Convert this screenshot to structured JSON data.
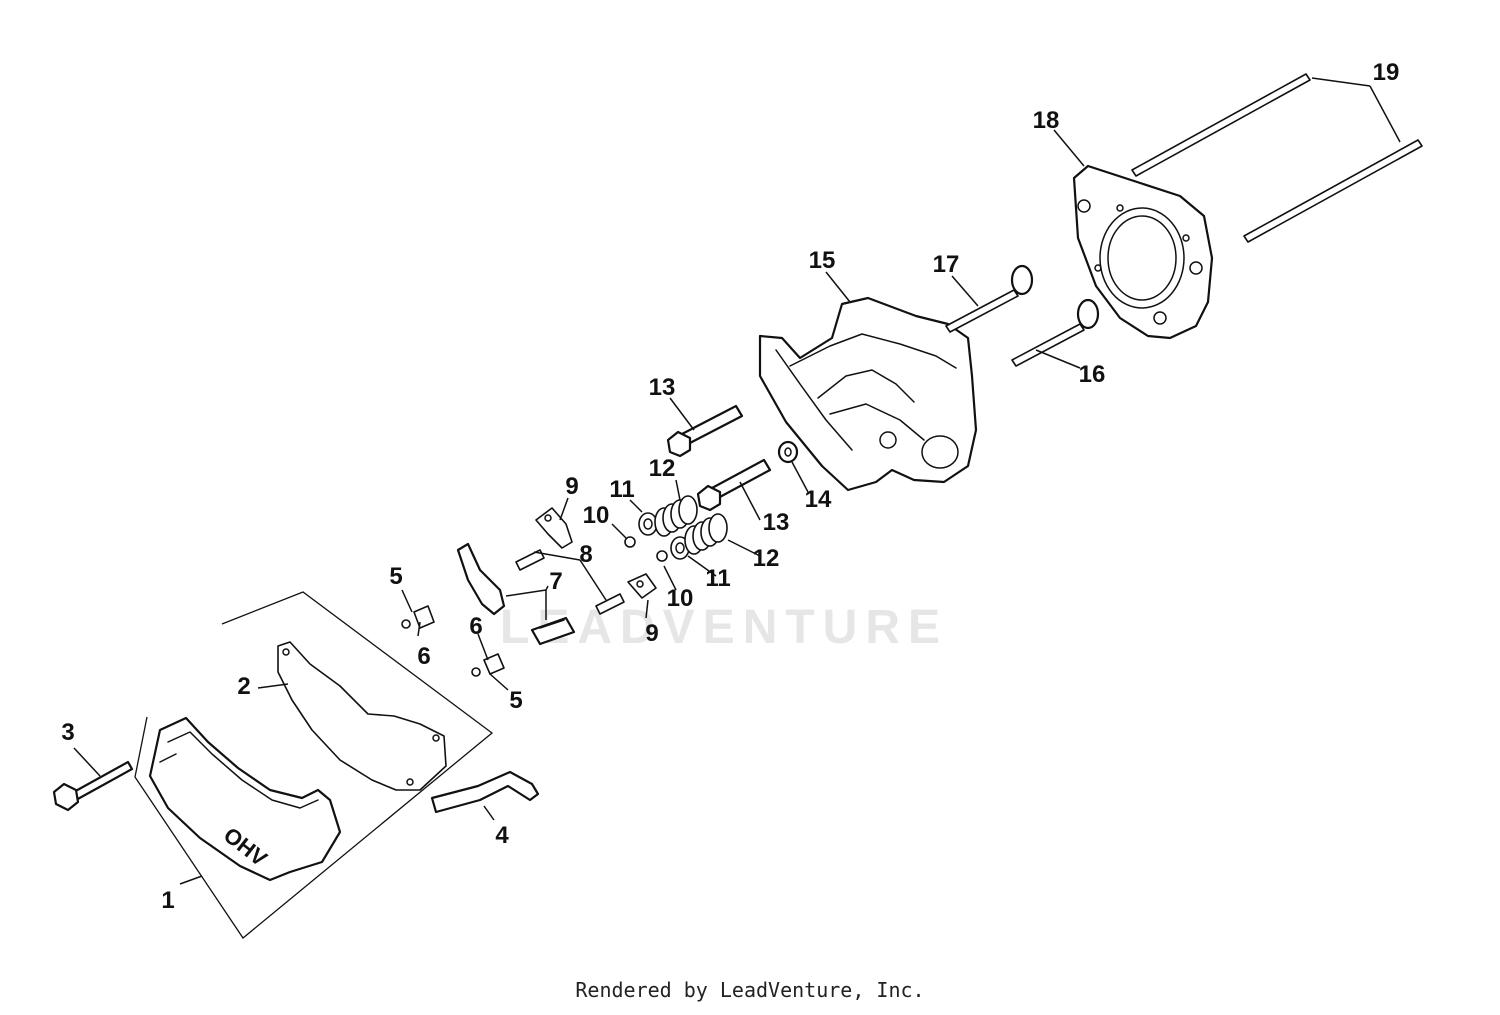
{
  "watermark": "LEADVENTURE",
  "footer": "Rendered by LeadVenture, Inc.",
  "emboss_text": "OHV",
  "callouts": [
    "1",
    "2",
    "3",
    "4",
    "5",
    "5",
    "6",
    "6",
    "7",
    "8",
    "9",
    "9",
    "10",
    "10",
    "11",
    "11",
    "12",
    "12",
    "13",
    "13",
    "14",
    "15",
    "16",
    "17",
    "18",
    "19"
  ]
}
